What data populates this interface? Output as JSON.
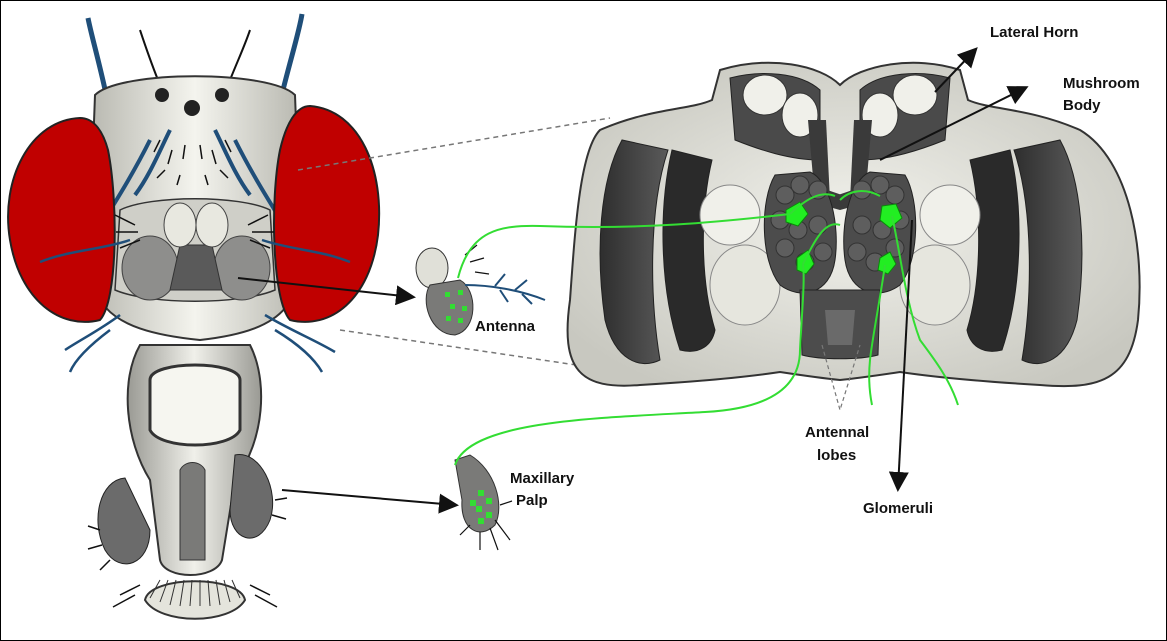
{
  "labels": {
    "lateral_horn": "Lateral Horn",
    "mushroom_body_line1": "Mushroom",
    "mushroom_body_line2": "Body",
    "antenna": "Antenna",
    "maxillary_palp_line1": "Maxillary",
    "maxillary_palp_line2": "Palp",
    "antennal_lobes_line1": "Antennal",
    "antennal_lobes_line2": "lobes",
    "glomeruli": "Glomeruli"
  },
  "colors": {
    "eye": "#c00000",
    "bristle": "#1f4e79",
    "neuron": "#33dd33",
    "glomerulus_active": "#22ee22",
    "brain_dark": "#3c3c3c",
    "brain_light": "#e4e4dc"
  }
}
